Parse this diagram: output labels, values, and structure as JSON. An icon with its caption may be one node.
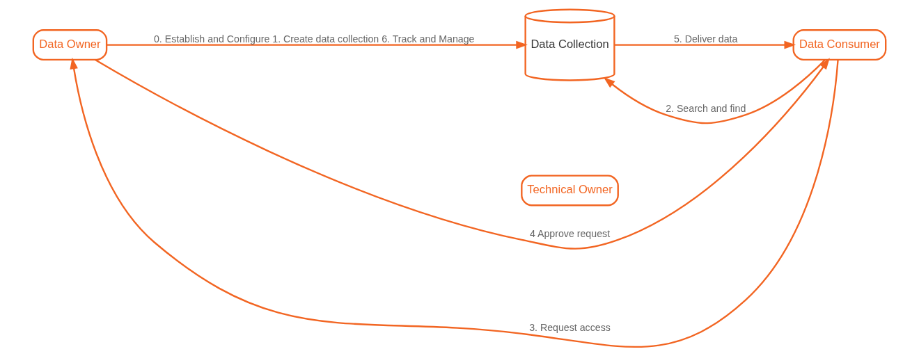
{
  "diagram": {
    "nodes": [
      {
        "text": [
          "Data Owner"
        ]
      },
      {
        "text": [
          "Data Collection"
        ]
      },
      {
        "text": [
          "Data Consumer"
        ]
      },
      {
        "text": [
          "Technical Owner"
        ]
      }
    ],
    "edges": [
      {
        "from": 2,
        "to": 0,
        "arrow": "to",
        "label": "3. Request access"
      },
      {
        "from": 0,
        "to": 2,
        "arrow": "to",
        "label": "4 Approve request"
      },
      {
        "from": 0,
        "to": 1,
        "arrow": "to",
        "label": "0. Establish and Configure 1. Create data collection 6. Track and Manage"
      },
      {
        "from": 2,
        "to": 1,
        "arrow": "to",
        "label": "2. Search and find"
      },
      {
        "from": 1,
        "to": 2,
        "arrow": "to",
        "label": "5. Deliver data"
      }
    ]
  }
}
